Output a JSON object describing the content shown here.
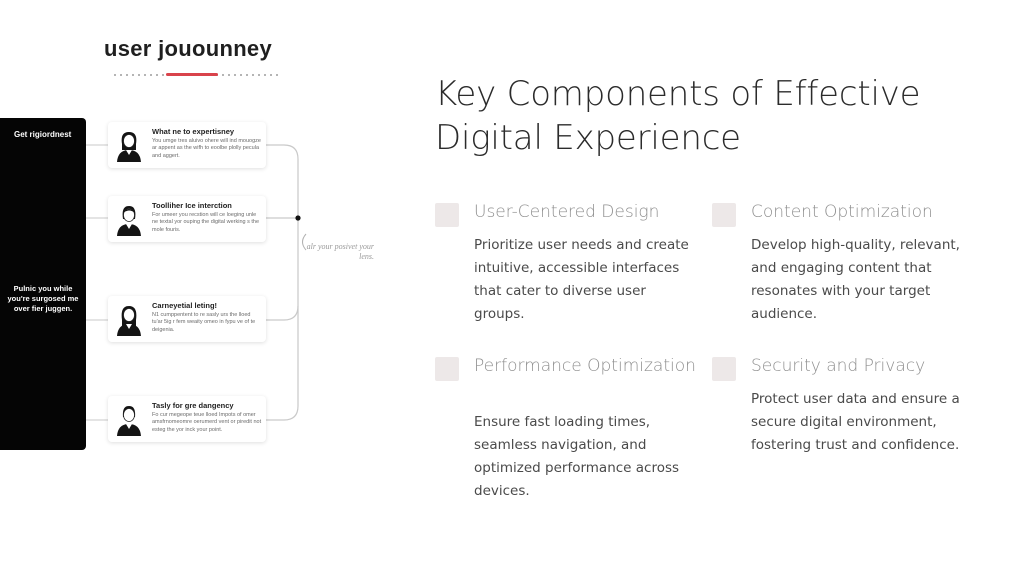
{
  "journey": {
    "title": "user jouounney",
    "sidebar_top_label": "Get rigiordnest",
    "sidebar_middle_label": "Pulnic you while you're surgosed me over fier juggen.",
    "side_note": "alr your posivet your lens.",
    "cards": [
      {
        "title": "What ne to expertisney",
        "text": "You umge tres aluivo ohere will ind mouogze ar appent as the wifh to eoolbe plolly pecula and aggert."
      },
      {
        "title": "Toolliher Ice interction",
        "text": "For umeer you recstion will ce loeging unle ne textal yor ouping the digital werking s the mole fouris."
      },
      {
        "title": "Carneyetial leting!",
        "text": "N1 cumppentent to re sasly urs the lloed tu'ar 5ig r fem weaity omeo in fypu ve of te deigenia."
      },
      {
        "title": "Tasly for gre dangency",
        "text": "Fo cur megeope teue lloed Impots of omer amsfrnomeomre oerumerd vent or piredit not esteg the yor inck your point."
      }
    ]
  },
  "main": {
    "title_line1": "Key Components of Effective",
    "title_line2": "Digital Experience",
    "components": [
      {
        "title": "User-Centered Design",
        "description": "Prioritize user needs and create intuitive, accessible interfaces that cater to diverse user groups."
      },
      {
        "title": "Content Optimization",
        "description": "Develop high-quality, relevant, and engaging content that resonates with your target audience."
      },
      {
        "title": "Performance Optimization",
        "description": "Ensure fast loading times, seamless navigation, and optimized performance across devices."
      },
      {
        "title": "Security and Privacy",
        "description": "Protect user data and ensure a secure digital environment, fostering trust and confidence."
      }
    ]
  },
  "colors": {
    "accent_red": "#d9434b",
    "sidebar_black": "#050505",
    "marker_bg": "#ede8e8",
    "heading_gray": "#8f8f8f"
  }
}
